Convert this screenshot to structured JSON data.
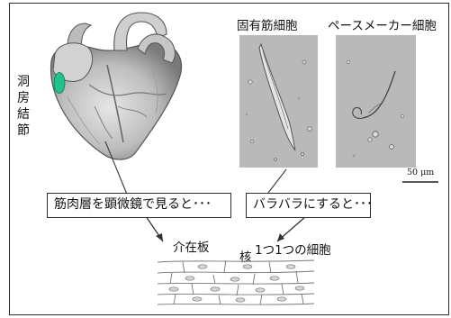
{
  "labels": {
    "sa_node": "洞房結節",
    "cardiomyocyte": "固有筋細胞",
    "pacemaker_cell": "ペースメーカー細胞",
    "scale_bar": "50 μm",
    "muscle_microscope": "筋肉層を顕微鏡で見ると･･･",
    "dissociated": "バラバラにすると･･･",
    "intercalated_disc": "介在板",
    "nucleus": "核",
    "single_cell": "1つ1つの細胞"
  },
  "colors": {
    "sa_node_marker": "#1fc48a",
    "frame": "#2c2c2c",
    "micrograph_bg": "#b9b9b9"
  }
}
